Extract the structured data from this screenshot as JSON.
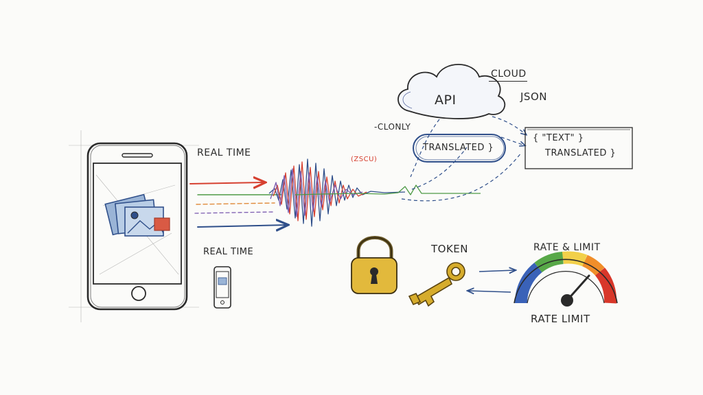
{
  "labels": {
    "cloud": "CLOUD",
    "api": "API",
    "json": "JSON",
    "clonly": "-CLONLY",
    "translated_pill": "TRANSLATED }",
    "json_box_line1": "{ \"TEXT\" }",
    "json_box_line2": "TRANSLATED }",
    "real_time_top": "REAL TIME",
    "real_time_bottom": "REAL TIME",
    "wave_tag": "(ZSCU)",
    "token": "TOKEN",
    "rate_limit_top": "RATE & LIMIT",
    "rate_limit_bottom": "RATE LIMIT"
  },
  "icons": {
    "phone_large": "smartphone-icon",
    "phone_small": "smartphone-icon",
    "cloud": "cloud-icon",
    "waveform": "sound-wave-icon",
    "lock": "padlock-icon",
    "key": "key-icon",
    "gauge": "speedometer-icon"
  },
  "colors": {
    "ink": "#2a2a2a",
    "red": "#d64030",
    "green": "#4e9a46",
    "blue": "#2f4f8a",
    "purple": "#7b5bb0",
    "orange": "#e08a3a",
    "gold": "#d6ac2c",
    "gauge_red": "#d8372a",
    "gauge_orange": "#f08e2a",
    "gauge_yellow": "#f2d04a",
    "gauge_green": "#58a848",
    "gauge_blue": "#3a62b8"
  }
}
